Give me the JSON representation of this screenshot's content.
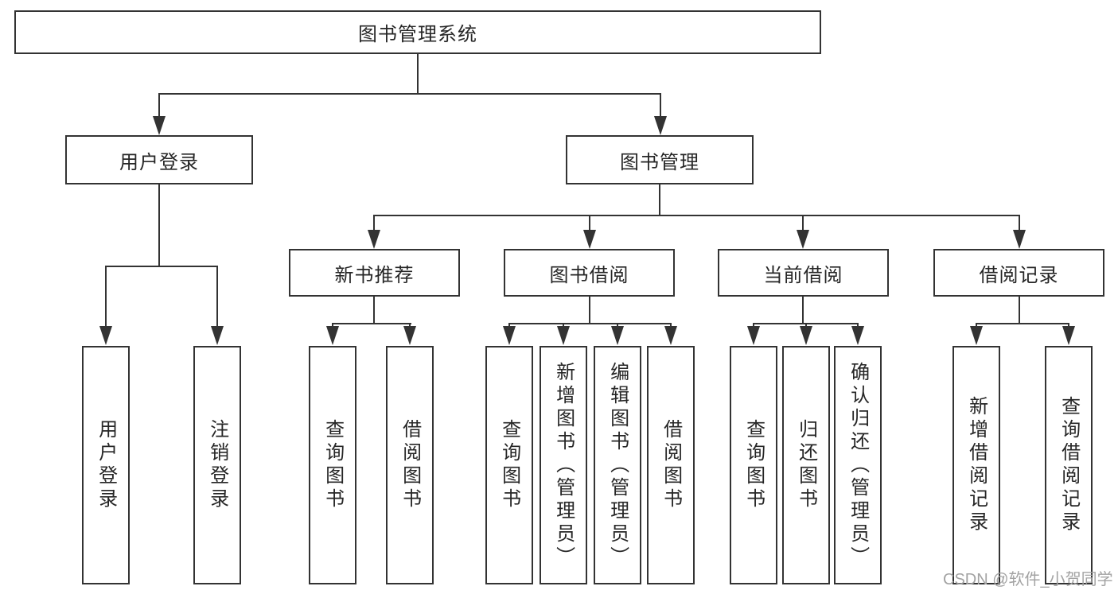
{
  "diagram_type": "hierarchy-tree",
  "colors": {
    "line": "#333333",
    "text": "#262626",
    "box_bg": "#ffffff",
    "page_bg": "#ffffff",
    "watermark": "#a3a3a3"
  },
  "tree": {
    "root": {
      "label": "图书管理系统"
    },
    "branches": [
      {
        "label": "用户登录",
        "children": [
          {
            "label": "用户登录"
          },
          {
            "label": "注销登录"
          }
        ]
      },
      {
        "label": "图书管理",
        "children": [
          {
            "label": "新书推荐",
            "children": [
              {
                "label": "查询图书"
              },
              {
                "label": "借阅图书"
              }
            ]
          },
          {
            "label": "图书借阅",
            "children": [
              {
                "label": "查询图书"
              },
              {
                "label": "新增图书（管理员）"
              },
              {
                "label": "编辑图书（管理员）"
              },
              {
                "label": "借阅图书"
              }
            ]
          },
          {
            "label": "当前借阅",
            "children": [
              {
                "label": "查询图书"
              },
              {
                "label": "归还图书"
              },
              {
                "label": "确认归还（管理员）"
              }
            ]
          },
          {
            "label": "借阅记录",
            "children": [
              {
                "label": "新增借阅记录"
              },
              {
                "label": "查询借阅记录"
              }
            ]
          }
        ]
      }
    ]
  },
  "watermark": {
    "text": "CSDN @软件_小贺同学"
  }
}
